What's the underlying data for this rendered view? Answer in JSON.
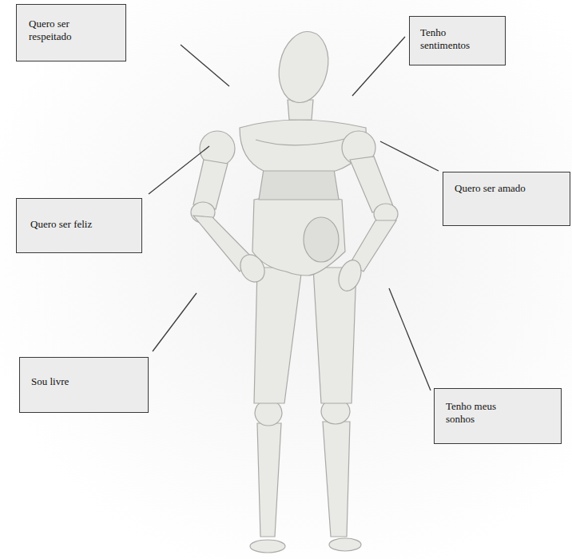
{
  "diagram": {
    "nodes": [
      {
        "text": [
          "Quero ser respeitado"
        ]
      },
      {
        "text": [
          "Tenho sentimentos"
        ]
      },
      {
        "text": [
          "Quero ser feliz"
        ]
      },
      {
        "text": [
          "Quero ser amado"
        ]
      },
      {
        "text": [
          "Sou livre"
        ]
      },
      {
        "text": [
          "Tenho meus sonhos"
        ]
      }
    ]
  }
}
